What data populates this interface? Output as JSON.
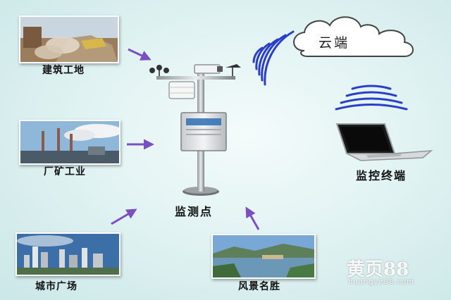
{
  "nodes": {
    "construction": {
      "label": "建筑工地",
      "photo": "construction-site-photo"
    },
    "industry": {
      "label": "厂矿工业",
      "photo": "factory-chimneys-photo"
    },
    "city": {
      "label": "城市广场",
      "photo": "city-skyline-photo"
    },
    "scenic": {
      "label": "风景名胜",
      "photo": "scenic-lake-photo"
    }
  },
  "center": {
    "label": "监测点",
    "icon": "monitoring-station-icon"
  },
  "cloud": {
    "label": "云端",
    "icon": "cloud-icon"
  },
  "terminal": {
    "label": "监控终端",
    "icon": "laptop-icon"
  },
  "watermark": {
    "logo": "黄页88",
    "url": "huangye88.com"
  },
  "colors": {
    "arrow": "#7a4fc1",
    "signal": "#2a3fc7",
    "background": "#dff1f1"
  }
}
